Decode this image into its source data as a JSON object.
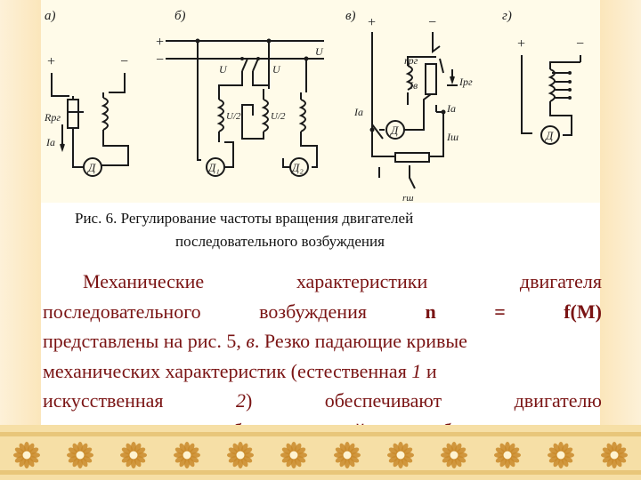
{
  "figure": {
    "panel_labels": [
      "а)",
      "б)",
      "в)",
      "г)"
    ],
    "plus": "+",
    "minus": "−",
    "labels": {
      "rrg": "Rрг",
      "ia": "Iа",
      "motor": "Д",
      "motor1": "Д₁",
      "motor2": "Д₂",
      "u": "U",
      "u_half": "U/2",
      "rrg_small": "rрг",
      "iv": "Iв",
      "irg": "Iрг",
      "ish": "Iш",
      "rsh": "rш"
    }
  },
  "caption": {
    "line1": "Рис. 6. Регулирование частоты вращения двигателей",
    "line2": "последовательного возбуждения"
  },
  "paragraph": {
    "r1": [
      "Механические",
      "характеристики",
      "двигателя"
    ],
    "r2": [
      "последовательного",
      "возбуждения",
      "n",
      "=",
      "f(M)"
    ],
    "r3_a": "представлены на рис. 5, ",
    "r3_b": "в",
    "r3_c": ". Резко падающие кривые",
    "r4_a": "механических характеристик (естественная ",
    "r4_b": "1",
    "r4_c": " и",
    "r5": [
      "искусственная",
      "2)",
      "обеспечивают",
      "двигателю"
    ],
    "r6": "последовательного возбуждения устойчивую работу"
  },
  "colors": {
    "text": "#7a1414",
    "caption": "#111111",
    "border": "#f6dfa6",
    "ornament": "#c98a2a"
  }
}
